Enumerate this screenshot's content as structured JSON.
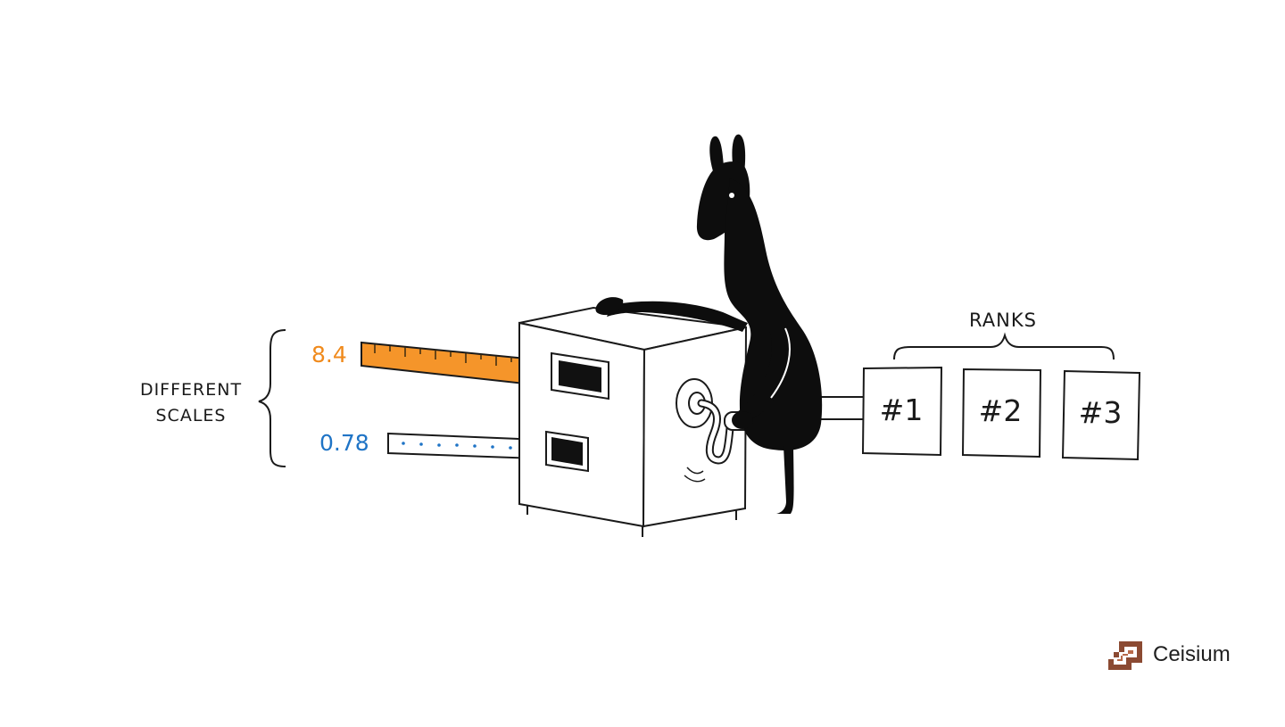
{
  "left_label": {
    "line1": "DIFFERENT",
    "line2": "SCALES"
  },
  "inputs": [
    {
      "value": "8.4",
      "color": "#f08a1c"
    },
    {
      "value": "0.78",
      "color": "#1f74c6"
    }
  ],
  "ranks": {
    "title": "RANKS",
    "cards": [
      "#1",
      "#2",
      "#3"
    ]
  },
  "brand": {
    "name": "Ceisium",
    "logo_color": "#8b4a32"
  }
}
